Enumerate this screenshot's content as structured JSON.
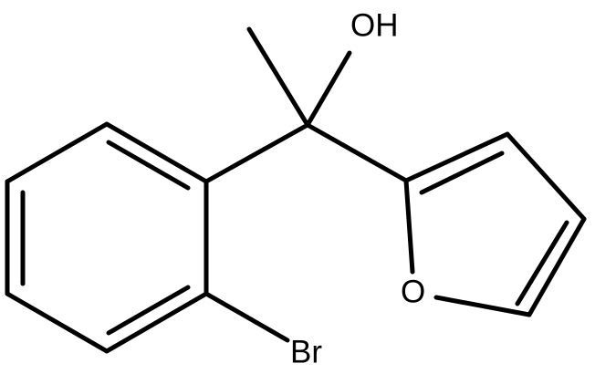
{
  "molecule": {
    "atoms": {
      "hydroxyl": "OH",
      "furan_oxygen": "O",
      "bromine": "Br"
    }
  },
  "colors": {
    "background": "#ffffff",
    "bond": "#000000",
    "text": "#000000"
  }
}
